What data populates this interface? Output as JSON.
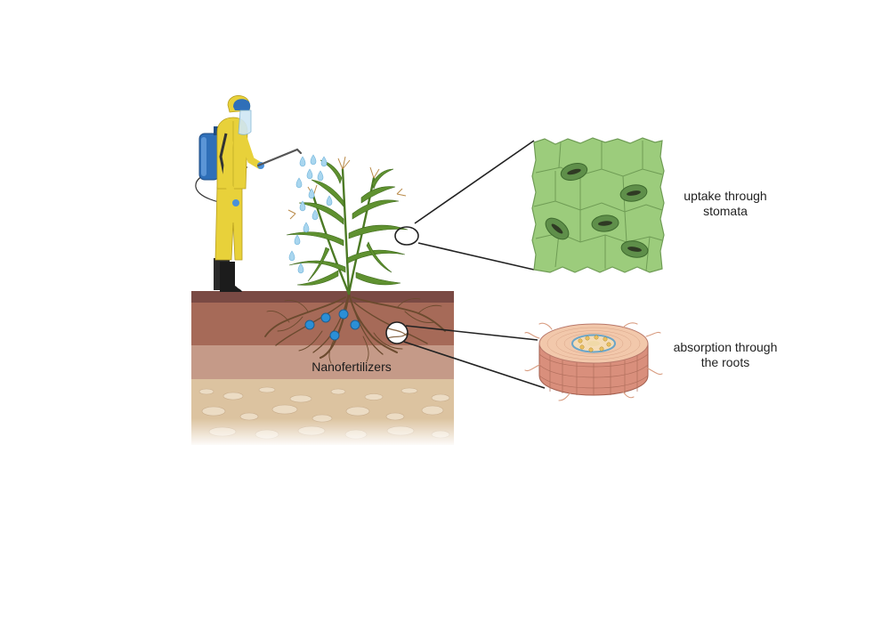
{
  "labels": {
    "stomata_line1": "uptake through",
    "stomata_line2": "stomata",
    "roots_line1": "absorption through",
    "roots_line2": "the roots",
    "nanofertilizers": "Nanofertilizers"
  },
  "colors": {
    "suit": "#e8d13a",
    "suit_shade": "#c9b22a",
    "sprayer_tank": "#2f6fb8",
    "droplet": "#a9d6ef",
    "nanoparticle": "#2b8fd6",
    "leaf_tissue": "#9ccc7c",
    "stoma": "#5f8f4a",
    "plant": "#5a8a2e",
    "topsoil": "#a66a58",
    "subsoil": "#c59a88",
    "sand": "#dcc3a0",
    "root_section": "#e9b79a"
  },
  "icons": [
    "farmer-sprayer-icon",
    "plant-icon",
    "stomata-tissue-icon",
    "root-cross-section-icon"
  ]
}
